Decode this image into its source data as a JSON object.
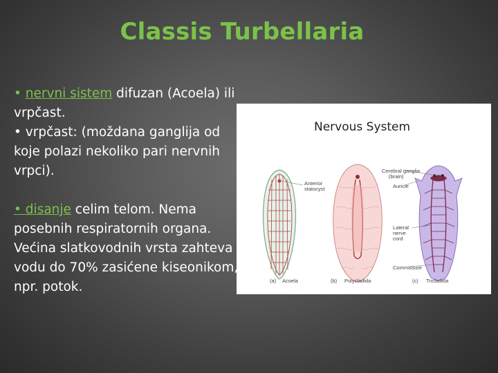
{
  "slide": {
    "title": "Classis Turbellaria",
    "paragraph1": {
      "bullet": "• ",
      "highlight": "nervni sistem",
      "rest1": " difuzan (Acoela) ili vrpčast.",
      "line2": "• vrpčast: (moždana ganglija od koje polazi nekoliko pari nervnih vrpci)."
    },
    "paragraph2": {
      "bullet_highlight": "• disanje",
      "rest": " celim telom. Nema posebnih respiratornih organa. Većina slatkovodnih vrsta zahteva vodu do 70% zasićene kiseonikom, npr. potok."
    }
  },
  "figure": {
    "title": "Nervous System",
    "labels": {
      "anterior_statocyst": [
        "Anterior",
        "statocyst"
      ],
      "cerebral_ganglia": [
        "Cerebral ganglia",
        "(brain)"
      ],
      "auricle": "Auricle",
      "lateral_nerve_cord": [
        "Lateral",
        "nerve",
        "cord"
      ],
      "commissure": "Commissure"
    },
    "panels": [
      {
        "letter": "(a)",
        "name": "Acoela"
      },
      {
        "letter": "(b)",
        "name": "Polycladida"
      },
      {
        "letter": "(c)",
        "name": "Tricladida"
      }
    ]
  }
}
